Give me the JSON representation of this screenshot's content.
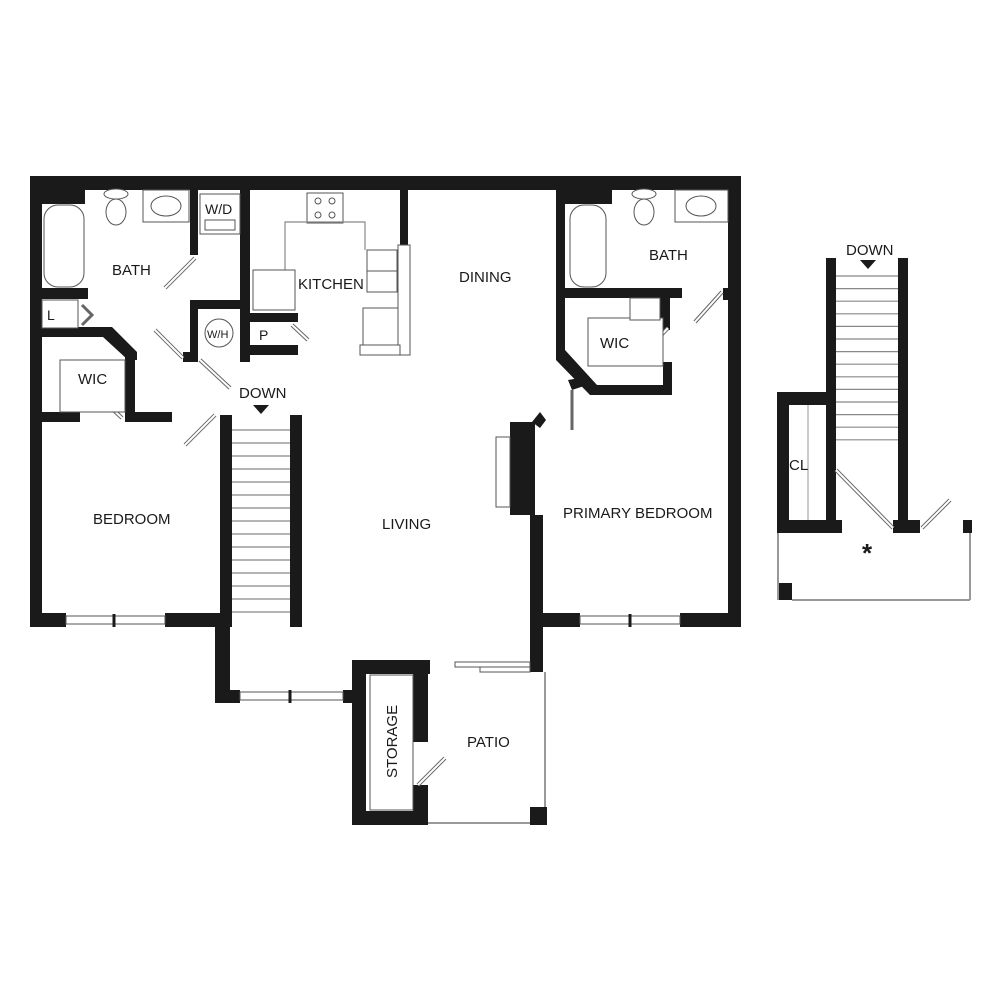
{
  "rooms": {
    "bath_left": "BATH",
    "wd": "W/D",
    "kitchen": "KITCHEN",
    "dining": "DINING",
    "bath_right": "BATH",
    "linen": "L",
    "wh": "W/H",
    "pantry": "P",
    "wic_left": "WIC",
    "wic_right": "WIC",
    "down_main": "DOWN",
    "bedroom": "BEDROOM",
    "living": "LIVING",
    "primary_bedroom": "PRIMARY BEDROOM",
    "storage": "STORAGE",
    "patio": "PATIO",
    "down_entry": "DOWN",
    "closet": "CL",
    "entry_marker": "*"
  }
}
